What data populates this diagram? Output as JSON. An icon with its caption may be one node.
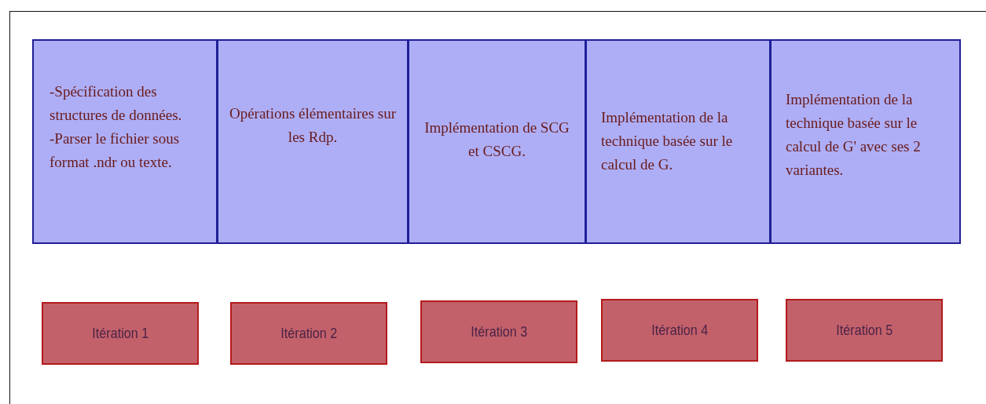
{
  "diagram": {
    "nodes": [
      {
        "text": [
          "-Spécification des structures de données.",
          "-Parser le fichier sous format .ndr ou texte."
        ]
      },
      {
        "text": [
          "Opérations élémentaires sur les Rdp."
        ]
      },
      {
        "text": [
          "Implémentation de SCG et CSCG."
        ]
      },
      {
        "text": [
          "Implémentation de la technique basée sur le calcul de G."
        ]
      },
      {
        "text": [
          "Implémentation de la technique basée sur le calcul de G' avec ses 2 variantes."
        ]
      },
      {
        "text": [
          "Itération 1"
        ]
      },
      {
        "text": [
          "Itération 2"
        ]
      },
      {
        "text": [
          "Itération 3"
        ]
      },
      {
        "text": [
          "Itération 4"
        ]
      },
      {
        "text": [
          "Itération 5"
        ]
      }
    ]
  }
}
